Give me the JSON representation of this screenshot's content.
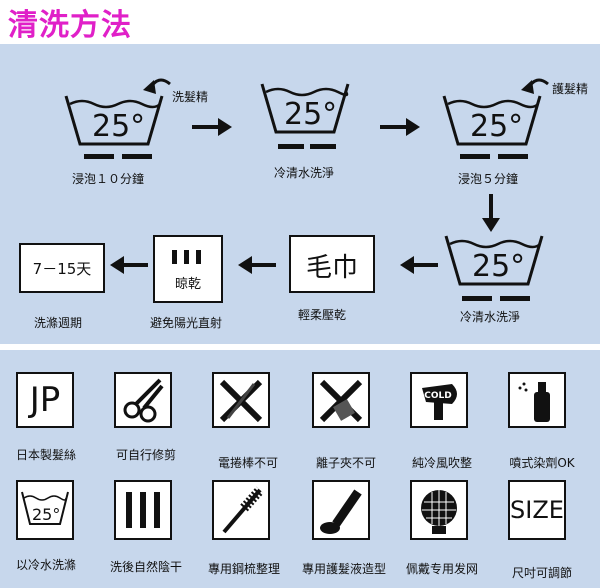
{
  "title": "清洗方法",
  "steps": [
    {
      "id": "soak1",
      "temp": "25°",
      "side_label": "洗髮精",
      "caption": "浸泡１０分鐘"
    },
    {
      "id": "rinse1",
      "temp": "25°",
      "caption": "冷清水洗淨"
    },
    {
      "id": "soak2",
      "temp": "25°",
      "side_label": "護髮精",
      "caption": "浸泡５分鐘"
    },
    {
      "id": "rinse2",
      "temp": "25°",
      "caption": "冷清水洗淨"
    },
    {
      "id": "towel",
      "box_text": "毛巾",
      "caption": "輕柔壓乾"
    },
    {
      "id": "dry",
      "box_text": "晾乾",
      "caption": "避免陽光直射"
    },
    {
      "id": "period",
      "box_text": "7－15天",
      "caption": "洗滌週期"
    }
  ],
  "icons_row1": [
    {
      "icon": "jp-text-icon",
      "text": "JP",
      "caption": "日本製髮絲"
    },
    {
      "icon": "scissors-icon",
      "caption": "可自行修剪"
    },
    {
      "icon": "no-curling-iron-icon",
      "caption": "電捲棒不可"
    },
    {
      "icon": "no-flat-iron-icon",
      "caption": "離子夾不可"
    },
    {
      "icon": "cold-hairdryer-icon",
      "text": "COLD",
      "caption": "純冷風吹整"
    },
    {
      "icon": "spray-bottle-icon",
      "caption": "噴式染劑OK"
    }
  ],
  "icons_row2": [
    {
      "icon": "wash-tub-icon",
      "text": "25°",
      "caption": "以冷水洗滌"
    },
    {
      "icon": "shade-dry-icon",
      "caption": "洗後自然陰干"
    },
    {
      "icon": "steel-comb-icon",
      "caption": "專用鋼梳整理"
    },
    {
      "icon": "styling-bottle-icon",
      "caption": "專用護髮液造型"
    },
    {
      "icon": "hairnet-icon",
      "caption": "佩戴专用发网"
    },
    {
      "icon": "size-text-icon",
      "text": "SIZE",
      "caption": "尺吋可調節"
    }
  ]
}
